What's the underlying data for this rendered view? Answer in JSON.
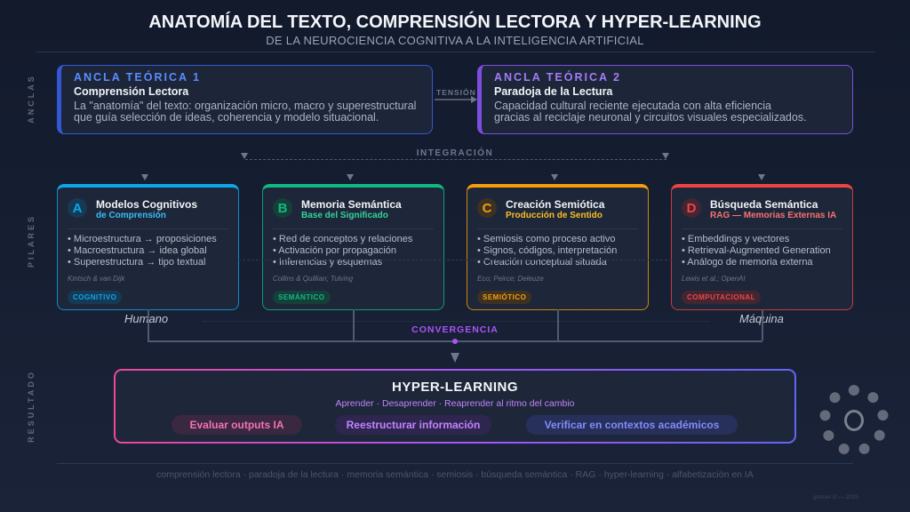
{
  "header": {
    "title": "ANATOMÍA DEL TEXTO, COMPRENSIÓN LECTORA Y HYPER-LEARNING",
    "subtitle": "DE LA NEUROCIENCIA COGNITIVA A LA INTELIGENCIA ARTIFICIAL"
  },
  "sections": {
    "anclas": "ANCLAS",
    "pilares": "PILARES",
    "resultado": "RESULTADO"
  },
  "anchors": [
    {
      "kicker": "ANCLA TEÓRICA 1",
      "title": "Comprensión Lectora",
      "lines": [
        "La \"anatomía\" del texto: organización micro, macro y superestructural",
        "que guía selección de ideas, coherencia y modelo situacional."
      ],
      "color": "#4f6ef7"
    },
    {
      "kicker": "ANCLA TEÓRICA 2",
      "title": "Paradoja de la Lectura",
      "lines": [
        "Capacidad cultural reciente ejecutada con alta eficiencia",
        "gracias al reciclaje neuronal y circuitos visuales especializados."
      ],
      "color": "#8b5cf6"
    }
  ],
  "tension": "TENSIÓN",
  "integration": "INTEGRACIÓN",
  "pillars": [
    {
      "letter": "A",
      "title": "Modelos Cognitivos",
      "subtitle": "de Comprensión",
      "items": [
        "• Microestructura → proposiciones",
        "• Macroestructura → idea global",
        "• Superestructura → tipo textual"
      ],
      "ref": "Kintsch & van Dijk",
      "tag": "COGNITIVO",
      "color": "#0ea5e9"
    },
    {
      "letter": "B",
      "title": "Memoria Semántica",
      "subtitle": "Base del Significado",
      "items": [
        "• Red de conceptos y relaciones",
        "• Activación por propagación",
        "• Inferencias y esquemas"
      ],
      "ref": "Collins & Quillian; Tulving",
      "tag": "SEMÁNTICO",
      "color": "#10b981"
    },
    {
      "letter": "C",
      "title": "Creación Semiótica",
      "subtitle": "Producción de Sentido",
      "items": [
        "• Semiosis como proceso activo",
        "• Signos, códigos, interpretación",
        "• Creación conceptual situada"
      ],
      "ref": "Eco; Peirce; Deleuze",
      "tag": "SEMIÓTICO",
      "color": "#f59e0b"
    },
    {
      "letter": "D",
      "title": "Búsqueda Semántica",
      "subtitle": "RAG — Memorias Externas IA",
      "items": [
        "• Embeddings y vectores",
        "• Retrieval-Augmented Generation",
        "• Análogo de memoria externa"
      ],
      "ref": "Lewis et al.; OpenAI",
      "tag": "COMPUTACIONAL",
      "color": "#ef4444"
    }
  ],
  "axis": {
    "left": "Humano",
    "right": "Máquina"
  },
  "convergence": "CONVERGENCIA",
  "result": {
    "title": "HYPER-LEARNING",
    "subtitle": "Aprender · Desaprender · Reaprender al ritmo del cambio",
    "actions": [
      "Evaluar outputs IA",
      "Reestructurar información",
      "Verificar en contextos académicos"
    ]
  },
  "footer": {
    "keywords": "comprensión lectora · paradoja de la lectura · memoria semántica · semiosis · búsqueda semántica · RAG · hyper-learning · alfabetización en IA",
    "credit": "grezan cl — 2025"
  }
}
